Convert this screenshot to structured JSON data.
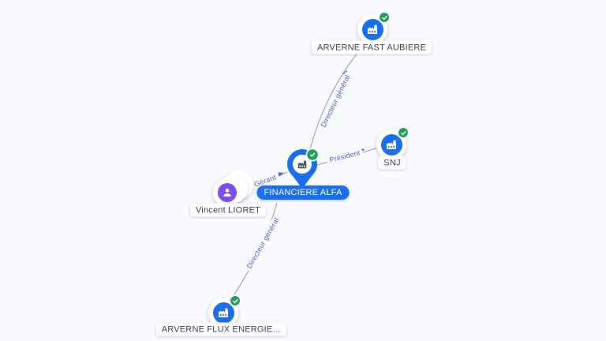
{
  "app": {
    "name": "company-network-graph",
    "background": "#f9fafd"
  },
  "colors": {
    "accent_blue": "#1a6ff0",
    "verified_green": "#23a05a",
    "person_purple": "#7a4ff0",
    "edge_gray": "#9aa1ae",
    "edge_label_blue": "#4a67cf",
    "label_text": "#3b4354"
  },
  "nodes": [
    {
      "id": "arverne-fast-aubiere",
      "label": "ARVERNE FAST AUBIERE",
      "type": "company",
      "icon": "building-icon",
      "verified": true,
      "badge_icon": "check-icon"
    },
    {
      "id": "snj",
      "label": "SNJ",
      "type": "company",
      "icon": "building-icon",
      "verified": true,
      "badge_icon": "check-icon"
    },
    {
      "id": "financiere-alfa",
      "label": "FINANCIERE ALFA",
      "type": "company",
      "icon": "map-pin-building-icon",
      "verified": true,
      "badge_icon": "check-icon",
      "highlighted": true
    },
    {
      "id": "vincent-lioret",
      "label": "Vincent LIORET",
      "type": "person",
      "icon": "person-icon",
      "verified": false,
      "stacked": true
    },
    {
      "id": "arverne-flux-energie",
      "label": "ARVERNE FLUX ENERGIE...",
      "type": "company",
      "icon": "building-icon",
      "verified": true,
      "badge_icon": "check-icon"
    }
  ],
  "edges": [
    {
      "from": "financiere-alfa",
      "to": "arverne-fast-aubiere",
      "label": "Directeur général"
    },
    {
      "from": "financiere-alfa",
      "to": "snj",
      "label": "Président"
    },
    {
      "from": "vincent-lioret",
      "to": "financiere-alfa",
      "label": "Gérant"
    },
    {
      "from": "financiere-alfa",
      "to": "arverne-flux-energie",
      "label": "Directeur général"
    }
  ]
}
